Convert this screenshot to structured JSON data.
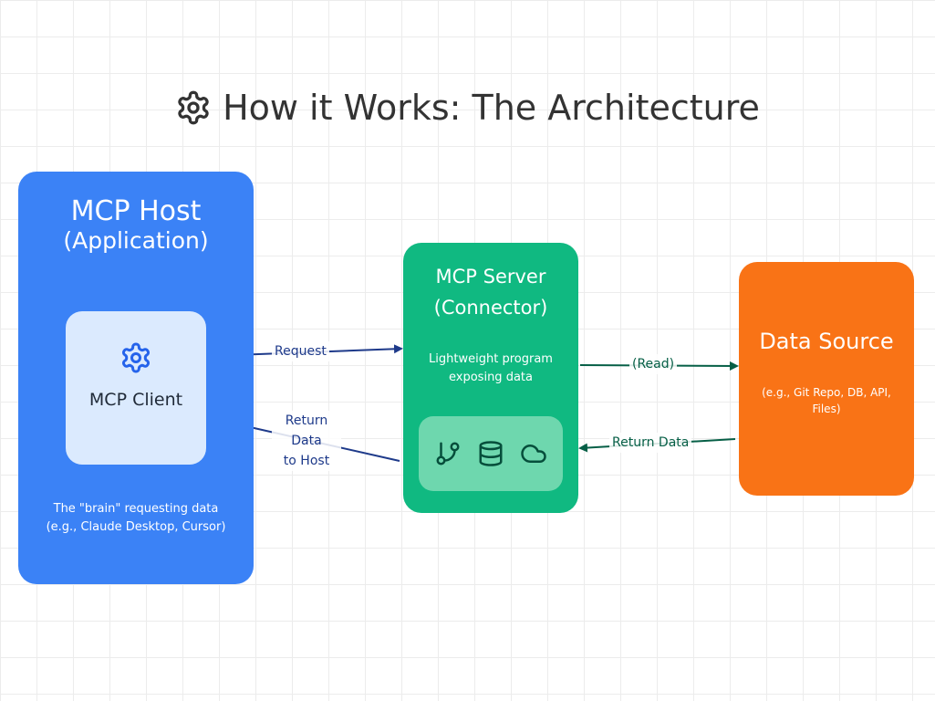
{
  "title": {
    "icon": "gear-icon",
    "text": "How it Works: The Architecture"
  },
  "host": {
    "title": "MCP Host",
    "subtitle": "(Application)",
    "client": {
      "icon": "gear-icon",
      "label": "MCP Client"
    },
    "note_line1": "The \"brain\" requesting data",
    "note_line2": "(e.g., Claude Desktop, Cursor)"
  },
  "server": {
    "title_line1": "MCP Server",
    "title_line2": "(Connector)",
    "desc_line1": "Lightweight program",
    "desc_line2": "exposing data",
    "tool_icons": [
      "git-branch-icon",
      "database-icon",
      "cloud-icon"
    ]
  },
  "source": {
    "title": "Data Source",
    "note": "(e.g., Git Repo, DB, API, Files)"
  },
  "connections": {
    "request": "Request",
    "return_host": [
      "Return",
      "Data",
      "to Host"
    ],
    "read": "(Read)",
    "return_data": "Return Data"
  },
  "colors": {
    "host": "#3b82f6",
    "client": "#dbeafe",
    "server": "#10b981",
    "source": "#f97316",
    "arrow_blue": "#1e3a8a",
    "arrow_green": "#065f46"
  }
}
